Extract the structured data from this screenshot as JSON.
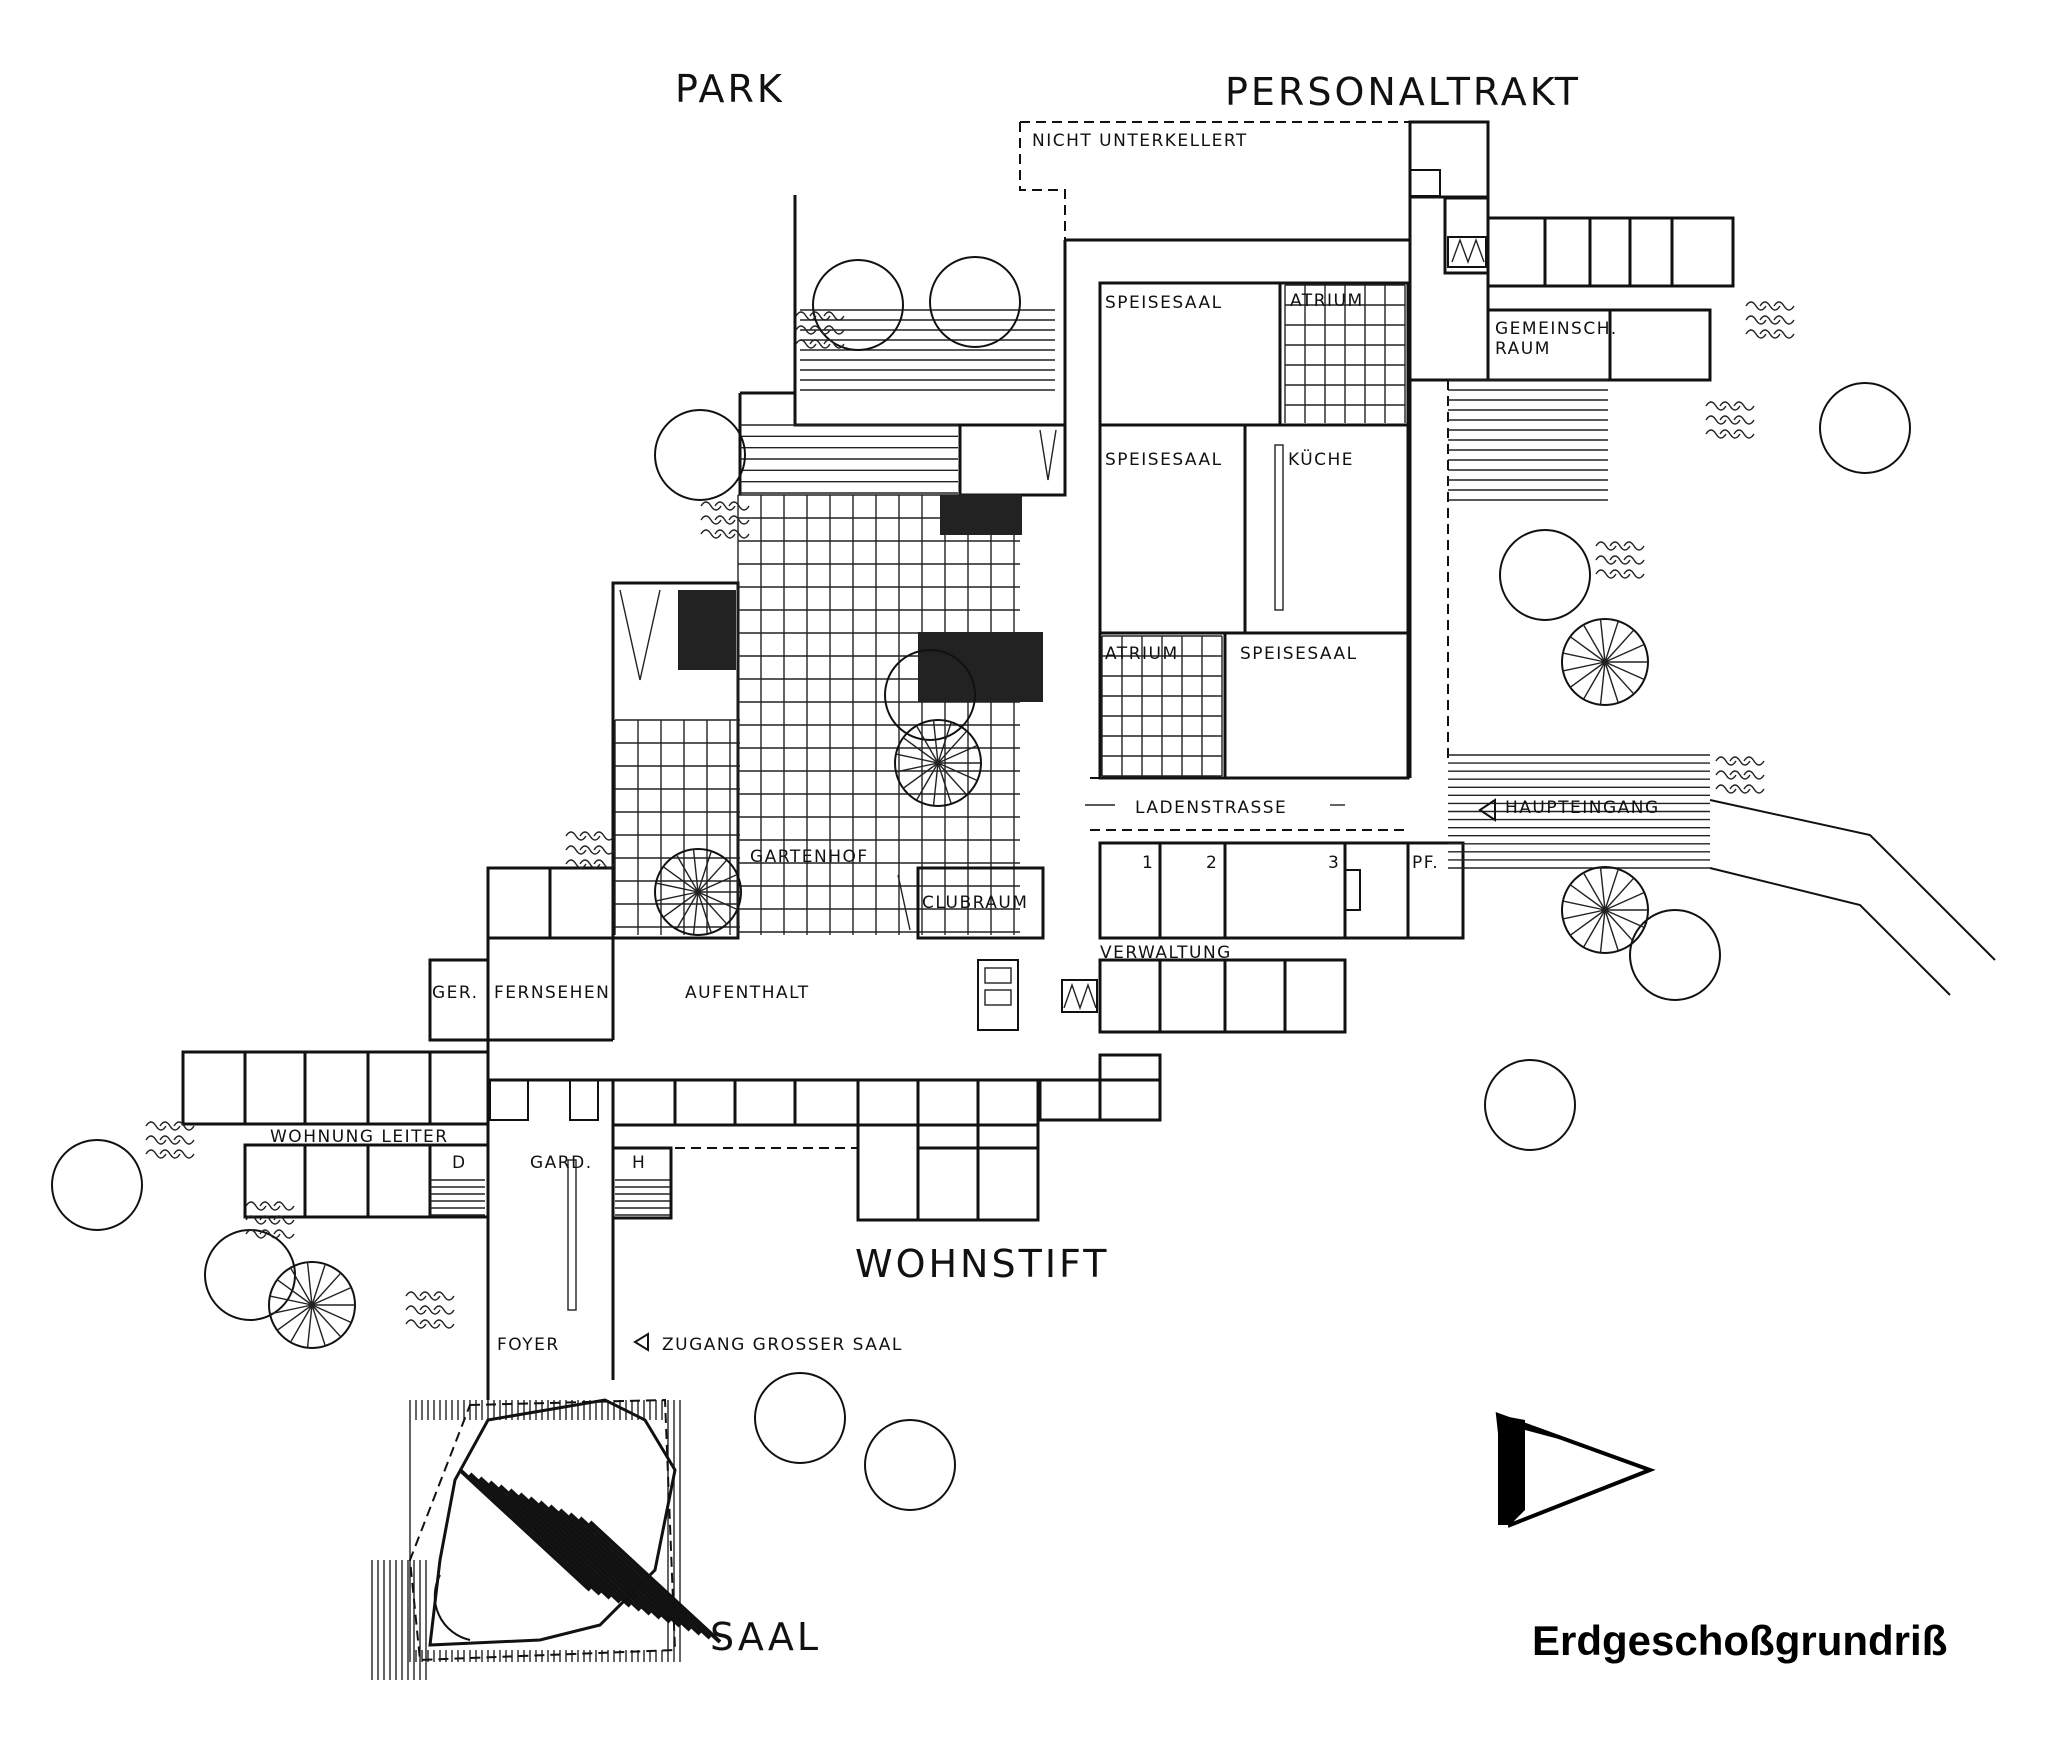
{
  "plan": {
    "title": "Erdgeschoßgrundriß",
    "zones": {
      "park": "PARK",
      "personaltrakt": "PERSONALTRAKT",
      "wohnstift": "WOHNSTIFT",
      "saal": "SAAL"
    },
    "notes": {
      "nicht_unterkellert": "NICHT UNTERKELLERT"
    },
    "rooms": {
      "speisesaal_1": "SPEISESAAL",
      "atrium_1": "ATRIUM",
      "gemeinsch_raum_1": "GEMEINSCH.",
      "gemeinsch_raum_2": "RAUM",
      "speisesaal_2": "SPEISESAAL",
      "kueche": "KÜCHE",
      "atrium_2": "ATRIUM",
      "speisesaal_3": "SPEISESAAL",
      "ladenstrasse": "LADENSTRASSE",
      "haupteingang": "HAUPTEINGANG",
      "gartenhof": "GARTENHOF",
      "clubraum": "CLUBRAUM",
      "shop_1": "1",
      "shop_2": "2",
      "shop_3": "3",
      "pf": "PF.",
      "verwaltung": "VERWALTUNG",
      "ger": "GER.",
      "fernsehen": "FERNSEHEN",
      "aufenthalt": "AUFENTHALT",
      "wohnung_leiter": "WOHNUNG LEITER",
      "d": "D",
      "gard": "GARD.",
      "h": "H",
      "foyer": "FOYER",
      "zugang_grosser_saal": "ZUGANG GROSSER SAAL"
    }
  }
}
